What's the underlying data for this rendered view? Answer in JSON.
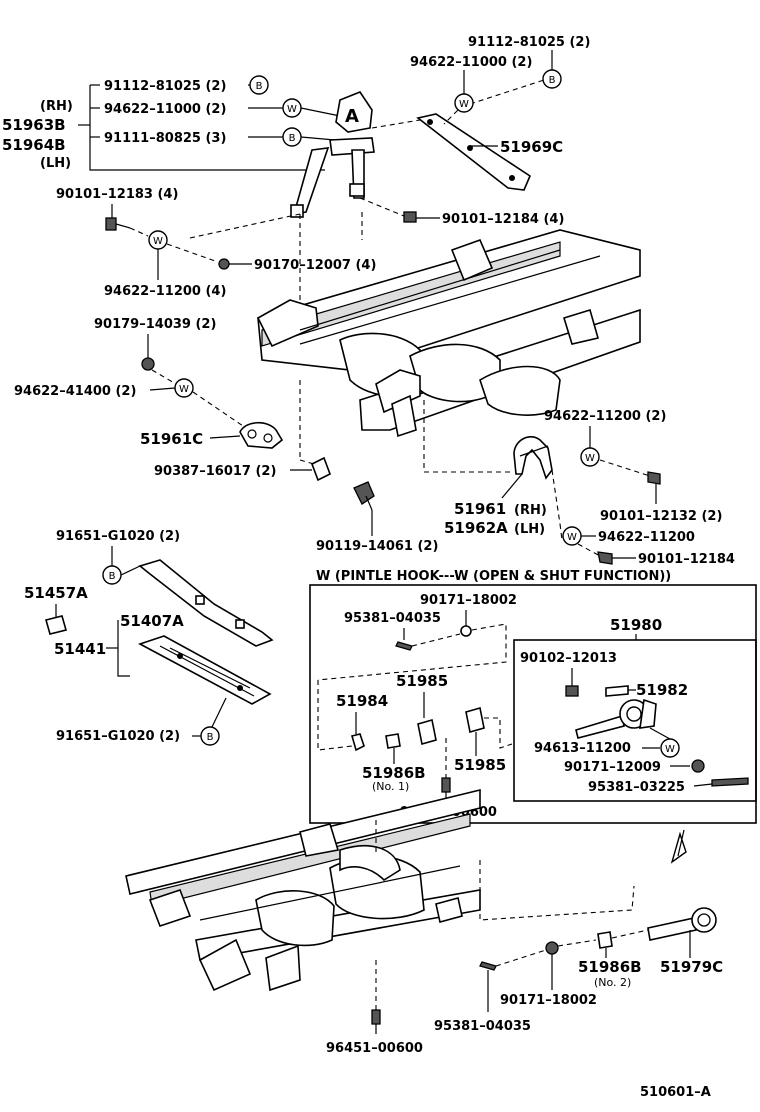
{
  "labels": {
    "l1": "91112–81025 (2)",
    "l2": "94622–11000 (2)",
    "l3": "91112–81025 (2)",
    "l4": "94622–11000 (2)",
    "l5": "91111–80825 (3)",
    "rh": "(RH)",
    "p51963b": "51963B",
    "p51964b": "51964B",
    "lh": "(LH)",
    "p51969c": "51969C",
    "l6": "90101–12183 (4)",
    "l7": "90101–12184 (4)",
    "l8": "90170–12007 (4)",
    "l9": "94622–11200 (4)",
    "l10": "90179–14039 (2)",
    "l11": "94622–41400 (2)",
    "p51961c": "51961C",
    "l12": "90387–16017 (2)",
    "l13": "94622–11200 (2)",
    "l14": "90101–12132 (2)",
    "p51961": "51961",
    "rh2": "(RH)",
    "p51962a": "51962A",
    "lh2": "(LH)",
    "l15": "94622–11200",
    "l16": "90101–12184",
    "l17": "90119–14061 (2)",
    "l18": "91651–G1020 (2)",
    "p51457a": "51457A",
    "p51407a": "51407A",
    "p51441": "51441",
    "l19": "91651–G1020 (2)",
    "wtitle": "W (PINTLE HOOK---W (OPEN & SHUT FUNCTION))",
    "l20": "90171–18002",
    "l21": "95381–04035",
    "p51980": "51980",
    "l22": "90102–12013",
    "p51982": "51982",
    "p51984": "51984",
    "p51985a": "51985",
    "p51985b": "51985",
    "p51986b": "51986B",
    "no1": "(No. 1)",
    "l23": "94613–11200",
    "l24": "90171–12009",
    "l25": "95381–03225",
    "l26": "96451–00600",
    "p51986b2": "51986B",
    "no2": "(No. 2)",
    "p51979c": "51979C",
    "l27": "90171–18002",
    "l28": "95381–04035",
    "l29": "96451–00600",
    "figno": "510601–A"
  },
  "callouts": {
    "b": "B",
    "w": "W",
    "a": "A"
  }
}
